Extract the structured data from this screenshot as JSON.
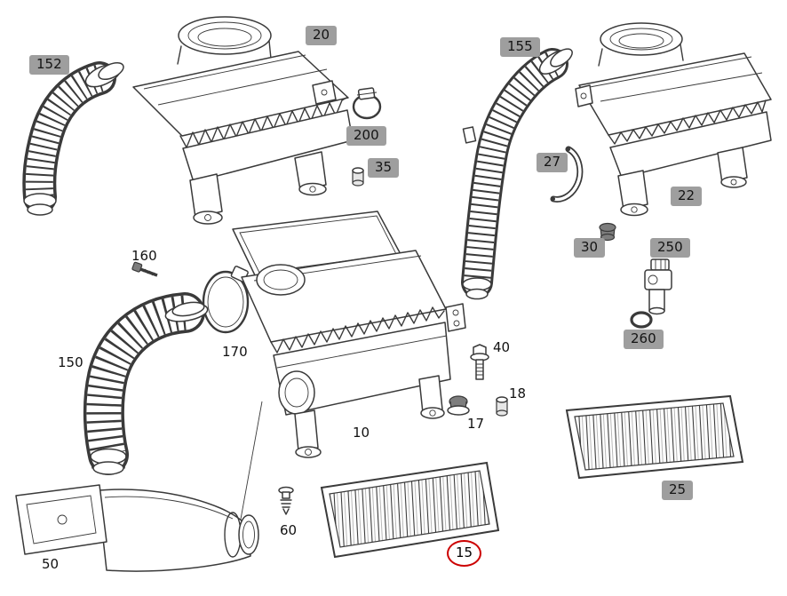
{
  "diagram": {
    "background": "#ffffff",
    "line_color": "#3a3a3a",
    "badge_bg": "#9e9e9e",
    "badge_text_color": "#141414",
    "highlight_circle_color": "#cc0000",
    "parts": [
      {
        "label": "152",
        "display": "badge",
        "component": "corrugated-intake-hose-left"
      },
      {
        "label": "20",
        "display": "badge",
        "component": "air-cleaner-housing-a"
      },
      {
        "label": "200",
        "display": "badge",
        "component": "hose-clamp"
      },
      {
        "label": "35",
        "display": "badge",
        "component": "spacer-sleeve"
      },
      {
        "label": "155",
        "display": "badge",
        "component": "corrugated-intake-hose-right"
      },
      {
        "label": "27",
        "display": "badge",
        "component": "retaining-bracket"
      },
      {
        "label": "22",
        "display": "badge",
        "component": "air-cleaner-housing-b"
      },
      {
        "label": "30",
        "display": "badge",
        "component": "rubber-grommet-small"
      },
      {
        "label": "250",
        "display": "badge",
        "component": "mass-air-flow-sensor"
      },
      {
        "label": "260",
        "display": "badge",
        "component": "o-ring-seal"
      },
      {
        "label": "25",
        "display": "badge",
        "component": "air-filter-element-right"
      },
      {
        "label": "160",
        "display": "plain",
        "component": "screw"
      },
      {
        "label": "170",
        "display": "plain",
        "component": "hose-clamp-large"
      },
      {
        "label": "150",
        "display": "plain",
        "component": "corrugated-hose-large"
      },
      {
        "label": "40",
        "display": "plain",
        "component": "hex-bolt"
      },
      {
        "label": "18",
        "display": "plain",
        "component": "sleeve"
      },
      {
        "label": "17",
        "display": "plain",
        "component": "grommet"
      },
      {
        "label": "10",
        "display": "plain",
        "component": "air-cleaner-assembly-center"
      },
      {
        "label": "60",
        "display": "plain",
        "component": "expansion-rivet"
      },
      {
        "label": "50",
        "display": "plain",
        "component": "air-intake-duct"
      },
      {
        "label": "15",
        "display": "highlight",
        "component": "air-filter-element-selected"
      }
    ]
  }
}
